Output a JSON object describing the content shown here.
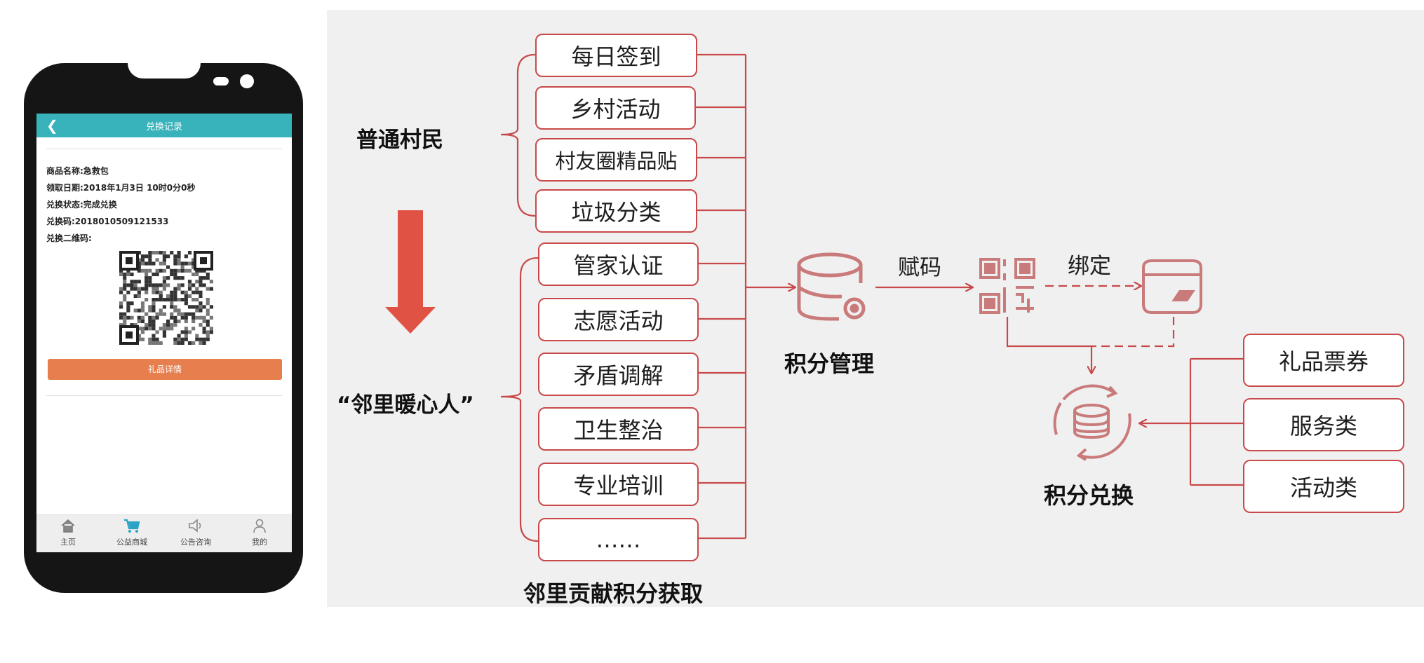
{
  "phone": {
    "app_title": "兑换记录",
    "record": {
      "name": "商品名称:急救包",
      "date": "领取日期:2018年1月3日 10时0分0秒",
      "status": "兑换状态:完成兑换",
      "code": "兑换码:2018010509121533",
      "qr_label": "兑换二维码:"
    },
    "gift_button": "礼品详情",
    "tabs": [
      {
        "label": "主页",
        "icon": "home-icon"
      },
      {
        "label": "公益商城",
        "icon": "cart-icon"
      },
      {
        "label": "公告咨询",
        "icon": "speaker-icon"
      },
      {
        "label": "我的",
        "icon": "user-icon"
      }
    ]
  },
  "diagram": {
    "ordinary_villagers": "普通村民",
    "warm_neighbors": "“邻里暖心人”",
    "ordinary_items": [
      "每日签到",
      "乡村活动",
      "村友圈精品贴",
      "垃圾分类"
    ],
    "warm_items": [
      "管家认证",
      "志愿活动",
      "矛盾调解",
      "卫生整治",
      "专业培训",
      "……"
    ],
    "acquisition_caption": "邻里贡献积分获取",
    "points_management": "积分管理",
    "assign_code": "赋码",
    "bind": "绑定",
    "points_exchange": "积分兑换",
    "exchange_items": [
      "礼品票券",
      "服务类",
      "活动类"
    ],
    "colors": {
      "accent": "#c9494a",
      "arrow": "#e05244",
      "icon": "#c97a7a",
      "app_bar": "#39b3bb",
      "button": "#e67e4e"
    }
  }
}
